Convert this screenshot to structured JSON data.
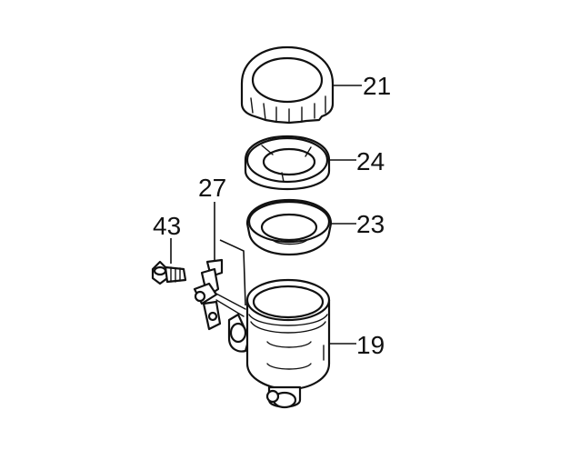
{
  "diagram": {
    "callouts": [
      {
        "id": "21",
        "label": "21",
        "part": "reservoir-cap"
      },
      {
        "id": "24",
        "label": "24",
        "part": "diaphragm-plate"
      },
      {
        "id": "23",
        "label": "23",
        "part": "diaphragm"
      },
      {
        "id": "19",
        "label": "19",
        "part": "reservoir-body"
      },
      {
        "id": "27",
        "label": "27",
        "part": "reservoir-bracket"
      },
      {
        "id": "43",
        "label": "43",
        "part": "bolt"
      }
    ],
    "colors": {
      "line": "#111111",
      "background": "#ffffff"
    }
  }
}
